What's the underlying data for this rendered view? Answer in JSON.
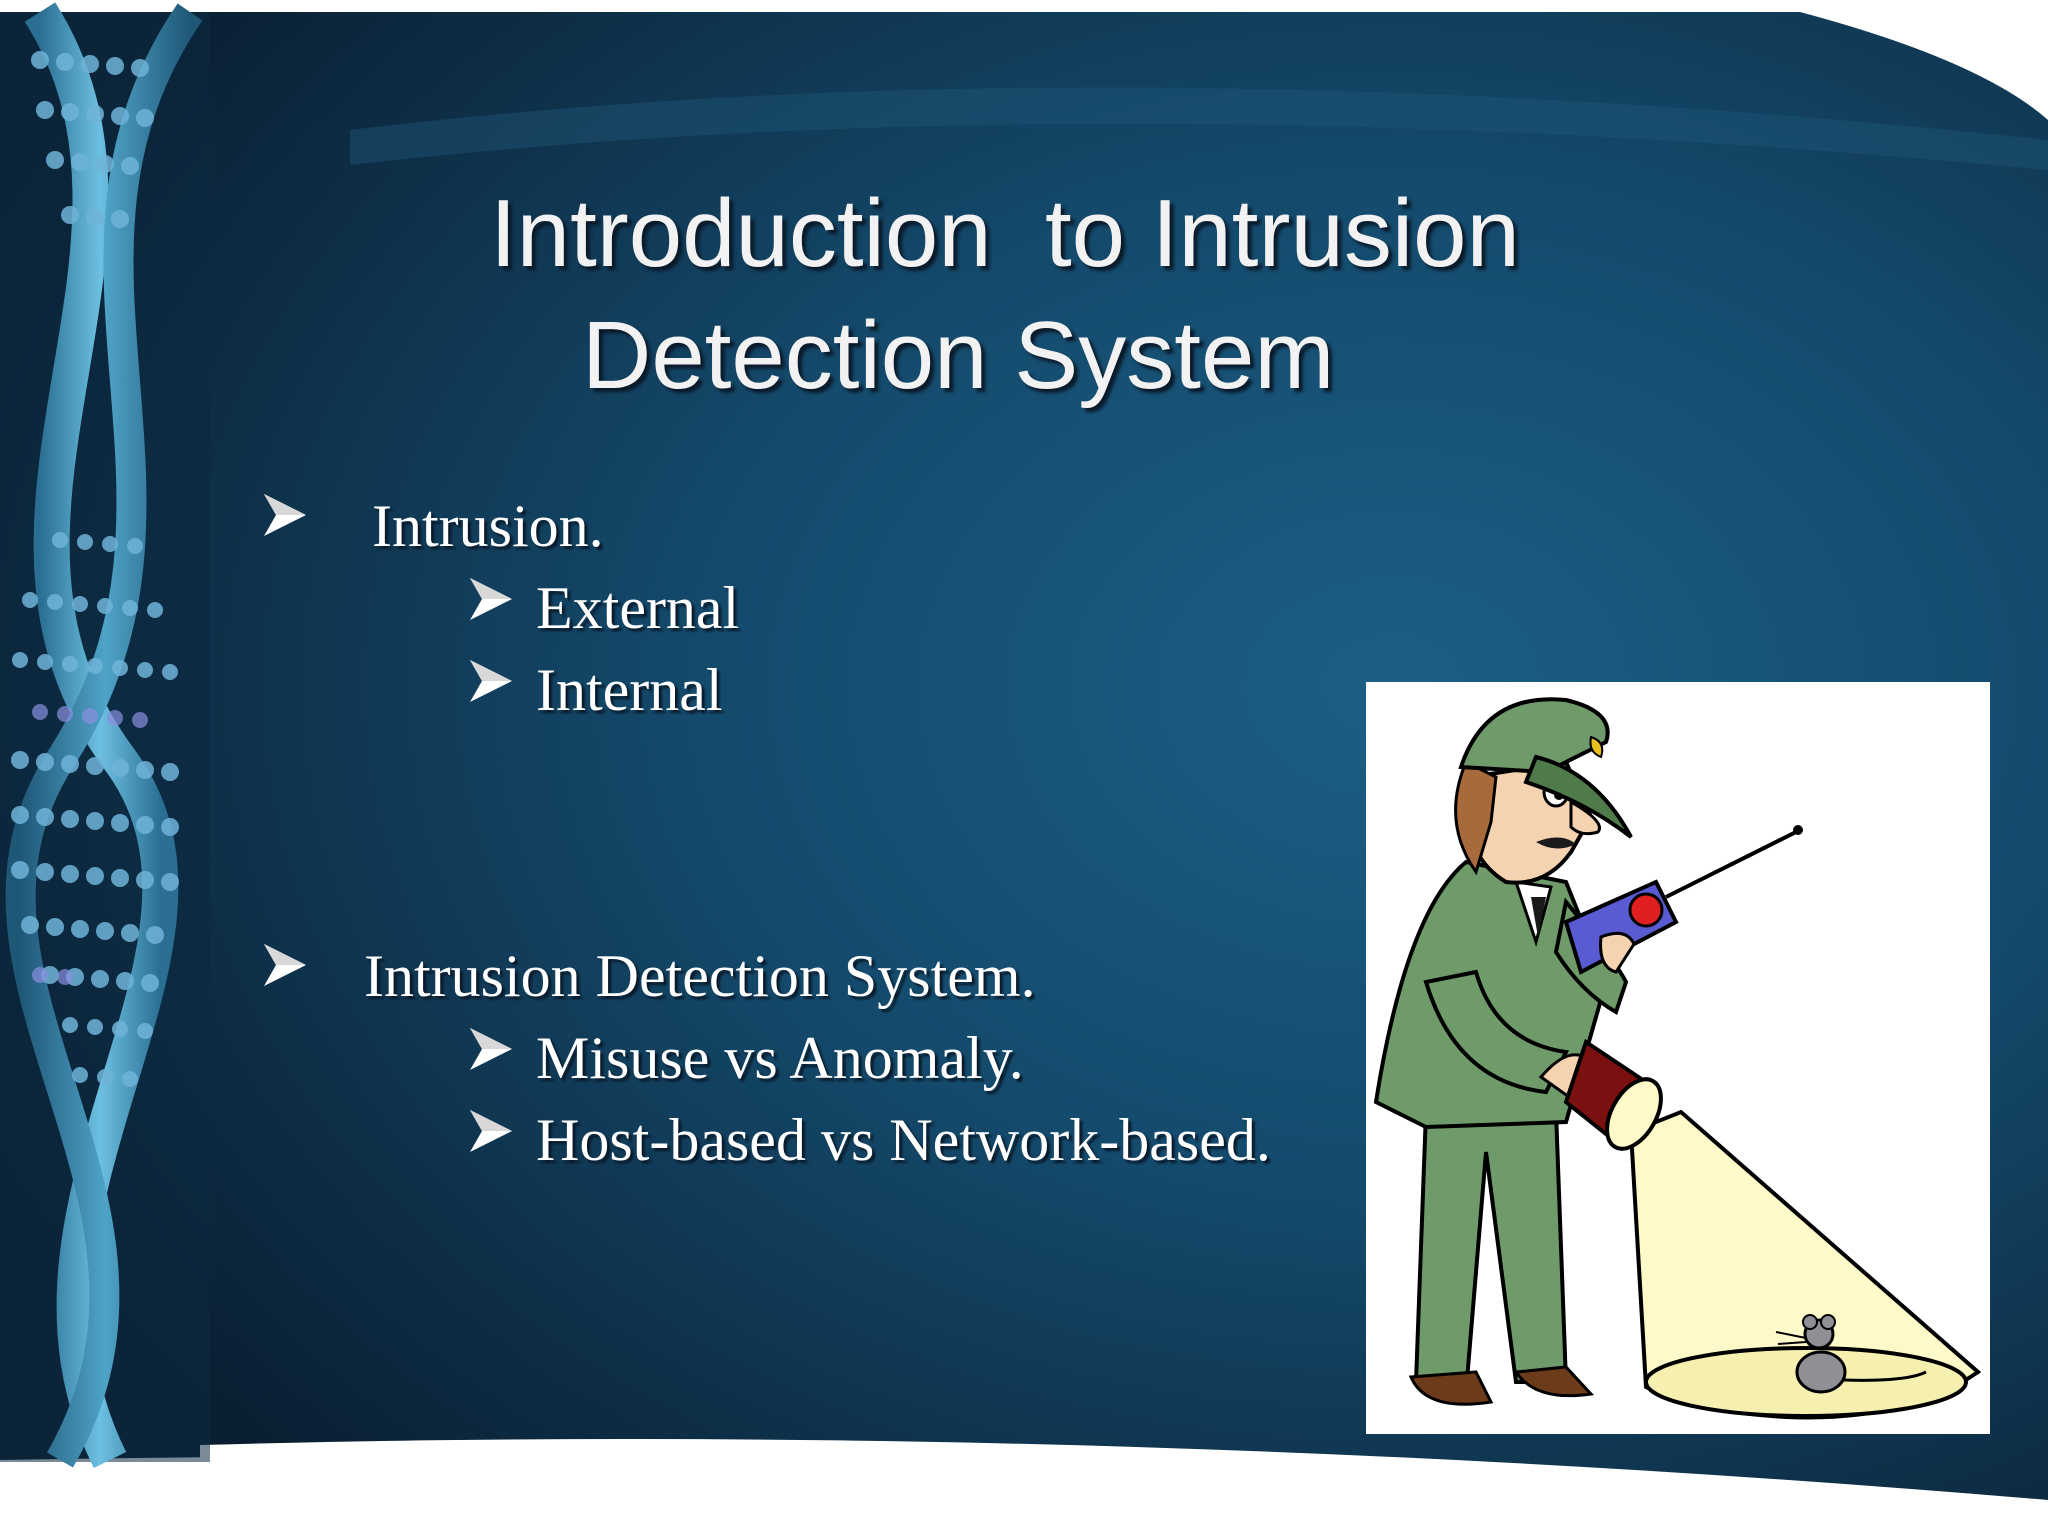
{
  "slide": {
    "title_line1": "Introduction  to Intrusion",
    "title_line2": "Detection System",
    "bullets": [
      {
        "text": "Intrusion.",
        "sub": [
          "External",
          "Internal"
        ]
      },
      {
        "text": "Intrusion Detection System.",
        "sub": [
          "Misuse vs Anomaly.",
          "Host-based vs Network-based."
        ]
      }
    ]
  },
  "colors": {
    "background_dark": "#0c2236",
    "background_mid": "#14496a",
    "dna_blue": "#4fa3c7",
    "uniform_green": "#6f9a6a",
    "spotlight": "#fdf9c8"
  },
  "icons": [
    "bullet-arrow-icon",
    "dna-helix-graphic",
    "security-guard-clipart"
  ]
}
